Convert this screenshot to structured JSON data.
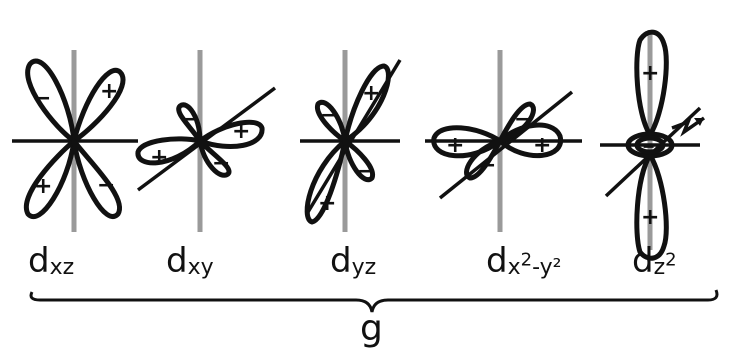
{
  "orbitals": [
    {
      "id": "dxz",
      "main": "d",
      "sub": "xz",
      "sup": "",
      "sub2": ""
    },
    {
      "id": "dxy",
      "main": "d",
      "sub": "xy",
      "sup": "",
      "sub2": ""
    },
    {
      "id": "dyz",
      "main": "d",
      "sub": "yz",
      "sup": "",
      "sub2": ""
    },
    {
      "id": "dx2-y2",
      "main": "d",
      "sub": "x",
      "sup": "2",
      "sub2": "-y²"
    },
    {
      "id": "dz2",
      "main": "d",
      "sub": "z",
      "sup": "2",
      "sub2": ""
    }
  ],
  "signs": {
    "plus": "+",
    "minus": "−"
  },
  "group_label": "g"
}
